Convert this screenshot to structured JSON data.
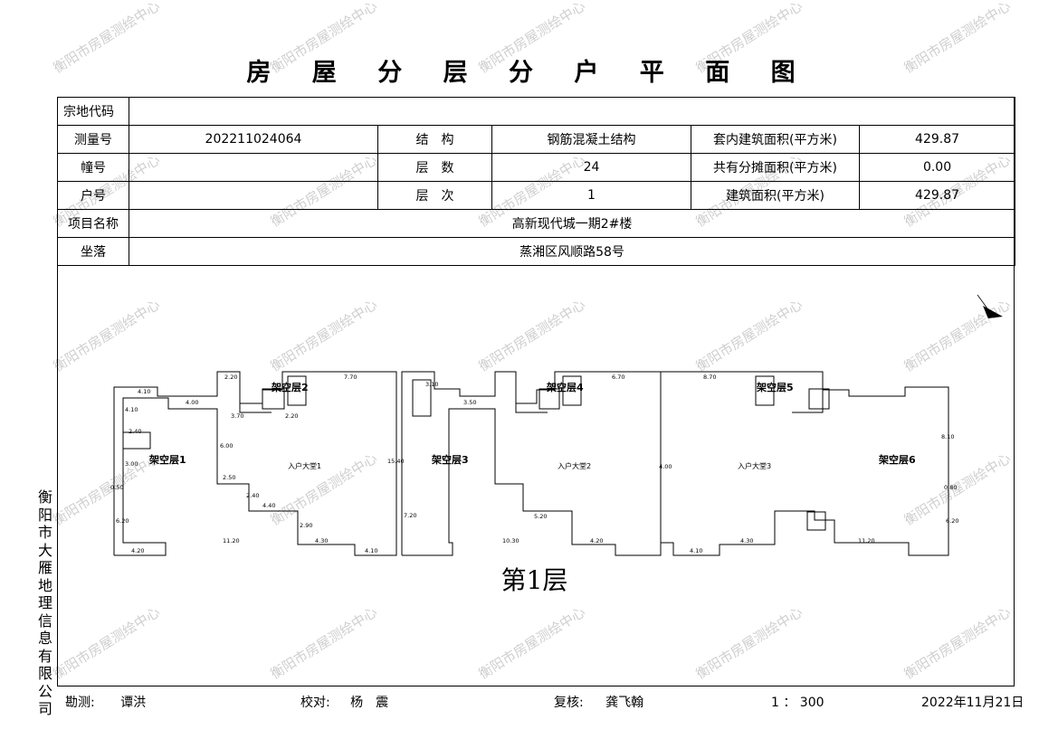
{
  "title": "房 屋 分 层 分 户 平 面 图",
  "info": {
    "zongdi_label": "宗地代码",
    "zongdi_value": "",
    "celiang_label": "测量号",
    "celiang_value": "202211024064",
    "jiegou_label": "结　构",
    "jiegou_value": "钢筋混凝土结构",
    "taonei_label": "套内建筑面积(平方米)",
    "taonei_value": "429.87",
    "chuang_label": "幢号",
    "chuang_value": "",
    "cengshu_label": "层　数",
    "cengshu_value": "24",
    "gongyou_label": "共有分摊面积(平方米)",
    "gongyou_value": "0.00",
    "hu_label": "户号",
    "hu_value": "",
    "cengci_label": "层　次",
    "cengci_value": "1",
    "jianzhu_label": "建筑面积(平方米)",
    "jianzhu_value": "429.87",
    "xiangmu_label": "项目名称",
    "xiangmu_value": "高新现代城一期2#楼",
    "zuoluo_label": "坐落",
    "zuoluo_value": "蒸湘区风顺路58号"
  },
  "plan": {
    "floor_label": "第1层",
    "rooms": [
      "架空层1",
      "架空层2",
      "架空层3",
      "架空层4",
      "架空层5",
      "架空层6",
      "入户大堂1",
      "入户大堂2",
      "入户大堂3"
    ],
    "dimensions": [
      "4.10",
      "4.00",
      "2.20",
      "3.70",
      "2.20",
      "7.70",
      "4.10",
      "2.40",
      "3.00",
      "0.50",
      "6.20",
      "4.20",
      "11.20",
      "4.30",
      "4.10",
      "6.00",
      "2.50",
      "2.40",
      "4.40",
      "2.90",
      "15.40",
      "3.10",
      "3.50",
      "6.70",
      "8.70",
      "4.00",
      "7.20",
      "10.30",
      "5.20",
      "4.20",
      "4.10",
      "4.30",
      "11.20",
      "8.10",
      "0.80",
      "6.20"
    ]
  },
  "company": "衡阳市大雁地理信息有限公司",
  "footer": {
    "kance_label": "勘测:",
    "kance_value": "谭洪",
    "jiaodui_label": "校对:",
    "jiaodui_value": "杨　震",
    "fuhe_label": "复核:",
    "fuhe_value": "龚飞翰",
    "scale": "1 ： 300",
    "date": "2022年11月21日"
  },
  "watermark": "衡阳市房屋测绘中心"
}
